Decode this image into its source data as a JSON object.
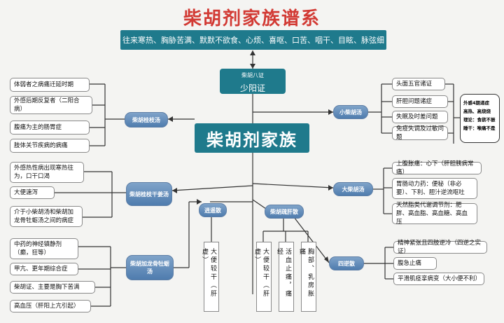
{
  "title": "柴胡剂家族谱系",
  "banner": "往来寒热、胸胁苦满、默默不欲食、心烦、喜呕、口苦、咽干、目眩、脉弦细",
  "shaoyang": {
    "small": "柴胡八证",
    "main": "少阳证"
  },
  "center": "柴胡剂家族",
  "left": {
    "guizhi": {
      "label": "柴胡桂枝汤",
      "items": [
        "体弱者之病痛迁延时期",
        "外感后期反复者（二阳合病）",
        "腹痛为主的肠胃症",
        "肢体关节疾病的病痛"
      ]
    },
    "ganjiang": {
      "label": "柴胡桂枝干姜汤",
      "items": [
        "外感热性病出现寒热往为，口干口渴",
        "大便溏泻",
        "介于小柴胡汤和柴胡加龙骨牡蛎汤之间的病症"
      ]
    },
    "longgu": {
      "label": "柴胡加龙骨牡蛎汤",
      "items": [
        "中药的神经镇静剂（癫，狂等）",
        "甲亢、更年期综合症",
        "柴胡证、主要是胸下苦满",
        "高血压（肝阳上亢引起）"
      ]
    }
  },
  "right": {
    "xiao": {
      "label": "小柴胡汤",
      "items": [
        "头面五官诸证",
        "肝胆问题诸症",
        "失眠及时差问题",
        "免疫失调及过敏问题"
      ]
    },
    "da": {
      "label": "大柴胡汤",
      "items": [
        "上腹胀痛：心下（肝胆胰病常痛）",
        "胃肠动力药：便秘（非必要）、下利、胆汁逆流呕吐",
        "天然脂类代谢调节剂：肥胖、高血脂、高血糖、高血压"
      ]
    },
    "sini": {
      "label": "四逆散",
      "items": [
        "精神紧张且四肢逆冷（四逆之实证）",
        "腹急止痛",
        "平滑肌痉挛病变（大小便不利）"
      ]
    }
  },
  "note": [
    "外感4期递症",
    "高热、高烧烧",
    "理论：食欲不振",
    "睡干：喉痛不是"
  ],
  "bottom": {
    "xiaoyao": {
      "label": "逍遥散",
      "text": "大便较干（肝虚）"
    },
    "shugan": {
      "label": "柴胡疏肝散",
      "texts": [
        "大便较干（肝虚）",
        "活血止痛，痛经",
        "胸部、乳房胀痛"
      ]
    }
  }
}
